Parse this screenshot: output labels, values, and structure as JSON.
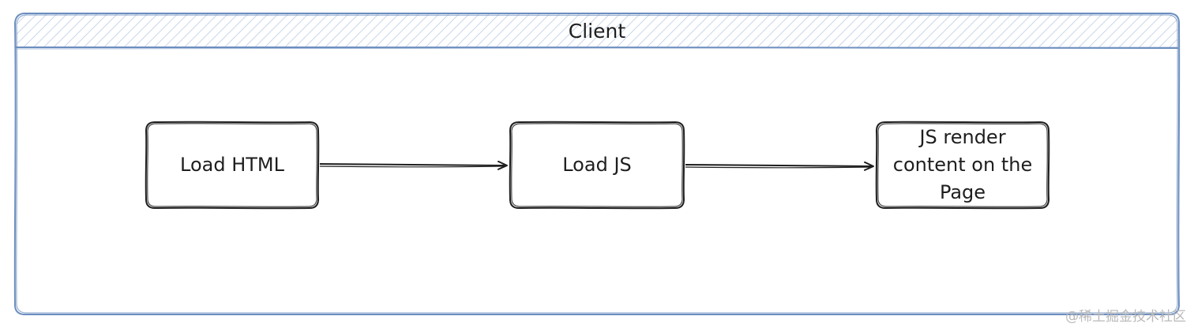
{
  "frame": {
    "title": "Client",
    "stroke_color": "#6c8ebf",
    "hatch_color": "#c9d6ea"
  },
  "nodes": [
    {
      "id": "load-html",
      "label": "Load HTML"
    },
    {
      "id": "load-js",
      "label": "Load JS"
    },
    {
      "id": "js-render",
      "label": "JS render content on the Page"
    }
  ],
  "edges": [
    {
      "from": "load-html",
      "to": "load-js"
    },
    {
      "from": "load-js",
      "to": "js-render"
    }
  ],
  "watermark": "@稀土掘金技术社区",
  "colors": {
    "ink": "#1e1e1e"
  }
}
